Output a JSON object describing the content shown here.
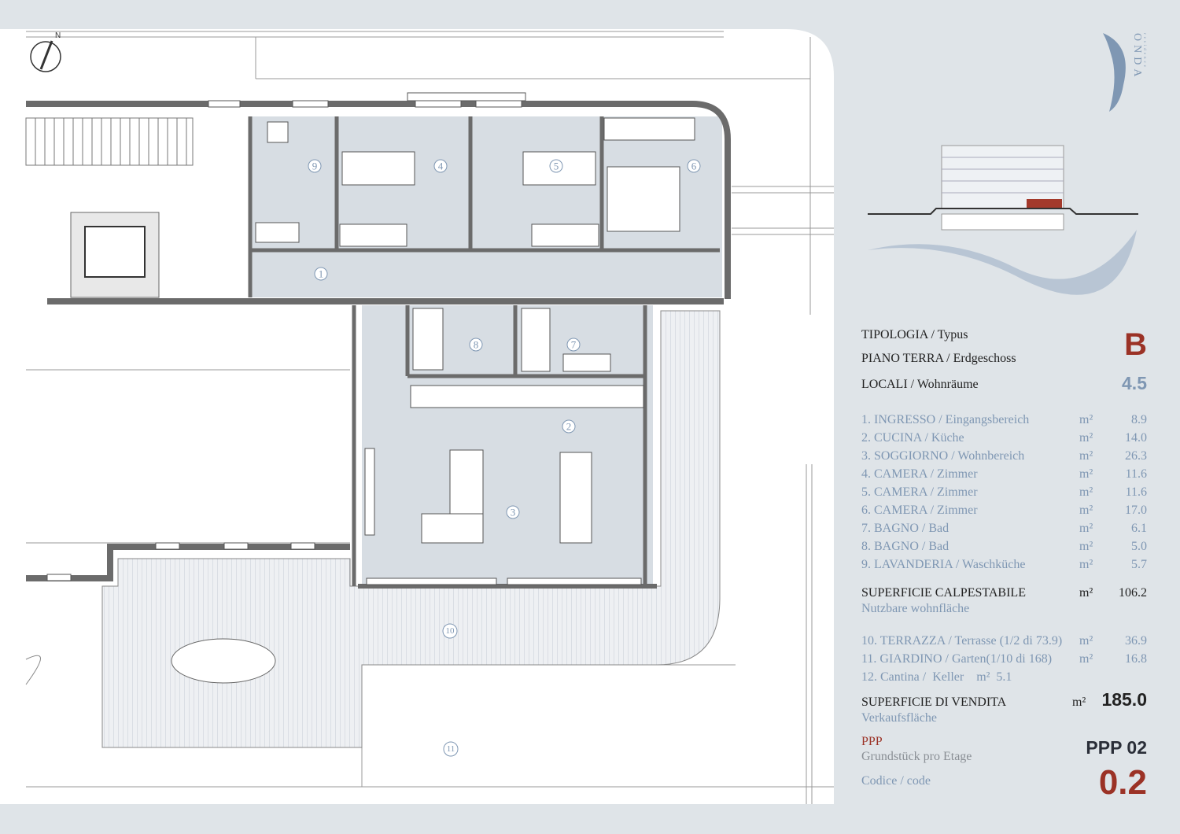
{
  "logo": {
    "name": "ONDA",
    "tagline": "residence"
  },
  "info": {
    "tipologia_label": "TIPOLOGIA / Typus",
    "tipologia_value": "B",
    "piano_label": "PIANO TERRA / Erdgeschoss",
    "locali_label": "LOCALI / Wohnräume",
    "locali_value": "4.5"
  },
  "rooms": [
    {
      "label": "1. INGRESSO /  Eingangsbereich",
      "unit": "m²",
      "area": "8.9"
    },
    {
      "label": "2. CUCINA /  Küche",
      "unit": "m²",
      "area": "14.0"
    },
    {
      "label": "3. SOGGIORNO /  Wohnbereich",
      "unit": "m²",
      "area": "26.3"
    },
    {
      "label": "4. CAMERA /  Zimmer",
      "unit": "m²",
      "area": "11.6"
    },
    {
      "label": "5. CAMERA /  Zimmer",
      "unit": "m²",
      "area": "11.6"
    },
    {
      "label": "6. CAMERA /  Zimmer",
      "unit": "m²",
      "area": "17.0"
    },
    {
      "label": "7. BAGNO /  Bad",
      "unit": "m²",
      "area": "6.1"
    },
    {
      "label": "8. BAGNO /  Bad",
      "unit": "m²",
      "area": "5.0"
    },
    {
      "label": "9. LAVANDERIA /  Waschküche",
      "unit": "m²",
      "area": "5.7"
    }
  ],
  "calpestabile": {
    "label": "SUPERFICIE CALPESTABILE",
    "sub": "Nutzbare wohnfläche",
    "unit": "m²",
    "area": "106.2"
  },
  "extras": [
    {
      "label": "10. TERRAZZA / Terrasse (1/2 di 73.9)",
      "unit": "m²",
      "area": "36.9"
    },
    {
      "label": "11. GIARDINO /  Garten(1/10 di 168)",
      "unit": "m²",
      "area": "16.8"
    },
    {
      "label": "12. Cantina /  Keller    m²  5.1"
    }
  ],
  "vendita": {
    "label": "SUPERFICIE DI VENDITA",
    "sub": "Verkaufsfläche",
    "unit": "m²",
    "area": "185.0"
  },
  "ppp": {
    "label": "PPP",
    "sub": "Grundstück pro Etage",
    "value": "PPP 02"
  },
  "code": {
    "label": "Codice / code",
    "value": "0.2"
  },
  "plan_labels": [
    "1",
    "2",
    "3",
    "4",
    "5",
    "6",
    "7",
    "8",
    "9",
    "10",
    "11"
  ],
  "colors": {
    "accent": "#9b3226",
    "blue": "#7f97b3",
    "room_fill": "#d7dde3",
    "wall": "#6b6b6b"
  }
}
